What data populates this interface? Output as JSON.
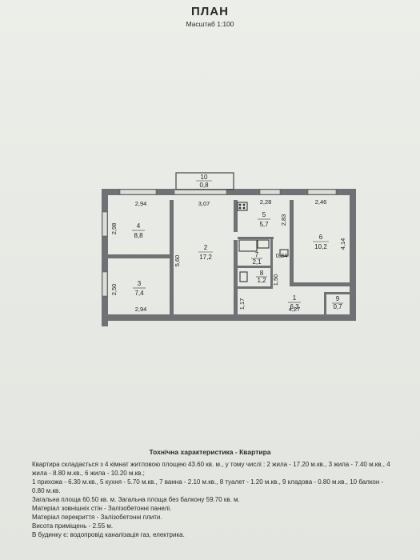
{
  "header": {
    "title": "ПЛАН",
    "scale": "Масштаб 1:100"
  },
  "rooms": [
    {
      "id": "1",
      "area": "6,3"
    },
    {
      "id": "2",
      "area": "17,2"
    },
    {
      "id": "3",
      "area": "7,4"
    },
    {
      "id": "4",
      "area": "8,8"
    },
    {
      "id": "5",
      "area": "5,7"
    },
    {
      "id": "6",
      "area": "10,2"
    },
    {
      "id": "7",
      "area": "2,1"
    },
    {
      "id": "8",
      "area": "1,2"
    },
    {
      "id": "9",
      "area": "0,7"
    },
    {
      "id": "10",
      "area": "0,8"
    }
  ],
  "dimensions": {
    "top_left_room": "2,94",
    "top_middle_room": "3,07",
    "top_kitchen": "2,28",
    "top_right_room": "2,46",
    "room4_height": "2,98",
    "room3_height": "2,50",
    "room2_height": "5,60",
    "bottom_left": "2,94",
    "kitchen_height": "2,83",
    "room6_height": "4,14",
    "hall_length": "4,27",
    "bath_width": "0,84",
    "toilet_height": "1,50",
    "hall_width": "1,17"
  },
  "characteristics": {
    "title": "Тохнічна характеристика - Квартира",
    "lines": [
      "Квартира складається з 4 кімнат житловою площею 43.60 кв. м., у тому числі : 2 жила - 17.20 м.кв., 3 жила - 7.40 м.кв., 4 жила - 8.80 м.кв., 6 жила - 10.20 м.кв.;",
      "1 прихожа - 6.30 м.кв., 5 кухня - 5.70 м.кв., 7 ванна - 2.10 м.кв., 8 туалет - 1.20 м.кв., 9 кладова - 0.80 м.кв., 10 балкон - 0.80 м.кв.",
      "Загальна площа 60.50 кв. м. Загальна площа без балкону 59.70 кв. м.",
      "Матеріал зовнішніх стін - Залізобетонні панелі.",
      "Матеріал перекриття - Залізобетонні плити.",
      "Висота приміщень - 2.55 м.",
      "В будинку є: водопровід каналізація газ, електрика."
    ]
  }
}
